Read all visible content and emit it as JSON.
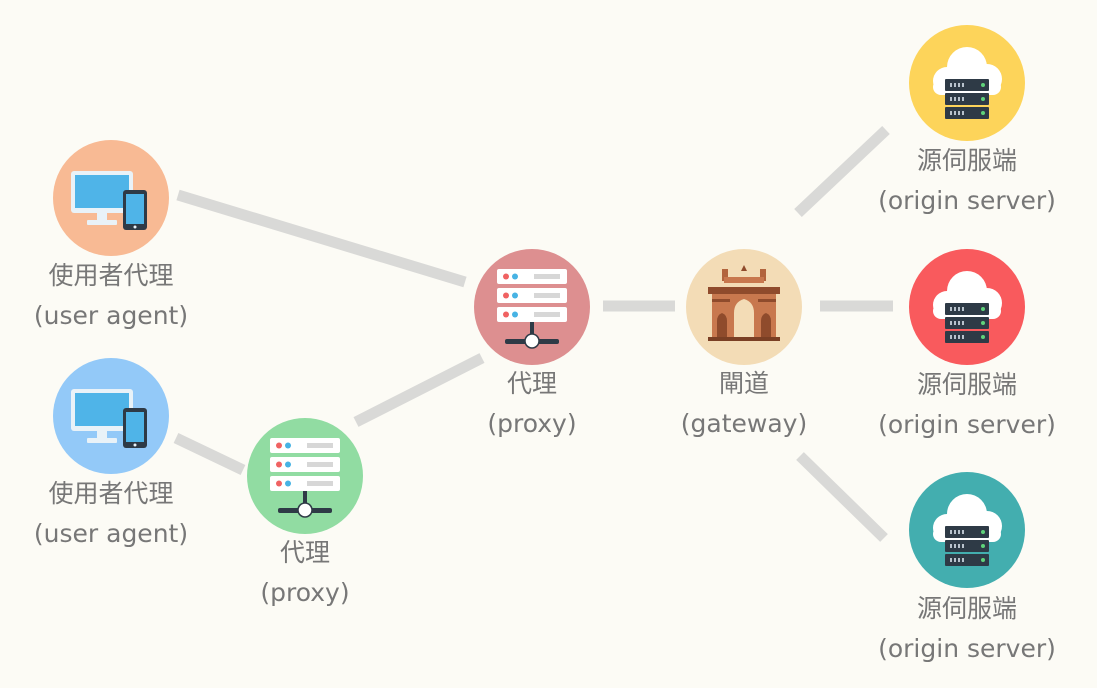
{
  "colors": {
    "background": "#fcfbf5",
    "link": "#d9d9d7",
    "label": "#777777",
    "user_agent_1": "#f8ba94",
    "user_agent_2": "#93c9f8",
    "proxy_main": "#dd8f90",
    "proxy_small": "#91dca2",
    "gateway": "#f3dcb6",
    "origin_1": "#fdd45a",
    "origin_2": "#f95a5d",
    "origin_3": "#43aeaf"
  },
  "nodes": {
    "user_agent_1": {
      "title": "使用者代理",
      "subtitle": "(user agent)",
      "icon": "computer-phone-icon"
    },
    "user_agent_2": {
      "title": "使用者代理",
      "subtitle": "(user agent)",
      "icon": "computer-phone-icon"
    },
    "proxy_main": {
      "title": "代理",
      "subtitle": "(proxy)",
      "icon": "server-stack-icon"
    },
    "proxy_small": {
      "title": "代理",
      "subtitle": "(proxy)",
      "icon": "server-stack-icon"
    },
    "gateway": {
      "title": "閘道",
      "subtitle": "(gateway)",
      "icon": "gate-arch-icon"
    },
    "origin_1": {
      "title": "源伺服端",
      "subtitle": "(origin server)",
      "icon": "cloud-server-icon"
    },
    "origin_2": {
      "title": "源伺服端",
      "subtitle": "(origin server)",
      "icon": "cloud-server-icon"
    },
    "origin_3": {
      "title": "源伺服端",
      "subtitle": "(origin server)",
      "icon": "cloud-server-icon"
    }
  }
}
